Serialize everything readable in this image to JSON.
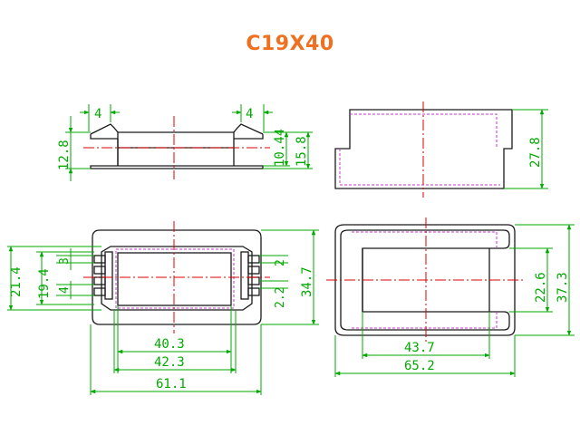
{
  "title": "C19X40",
  "colors": {
    "title": "#f07020",
    "dimension": "#00aa00",
    "outline": "#1a1a1a",
    "hidden_line": "#cc33cc",
    "center_line": "#dd0000"
  },
  "dimensions": {
    "front_tab_left": "4",
    "front_tab_right": "4",
    "front_height_left": "12.8",
    "front_gap": "10.4",
    "front_height_right": "15.8",
    "side_height": "27.8",
    "top_outer": "21.4",
    "top_inner": "19.4",
    "top_pin_gap": "3",
    "top_pin_gap2": "4",
    "top_pin_right": "2",
    "top_slot": "2.2",
    "top_height": "34.7",
    "top_width_inner": "40.3",
    "top_width_mid": "42.3",
    "top_width_outer": "61.1",
    "bottom_inner_h": "22.6",
    "bottom_outer_h": "37.3",
    "bottom_inner_w": "43.7",
    "bottom_outer_w": "65.2"
  }
}
